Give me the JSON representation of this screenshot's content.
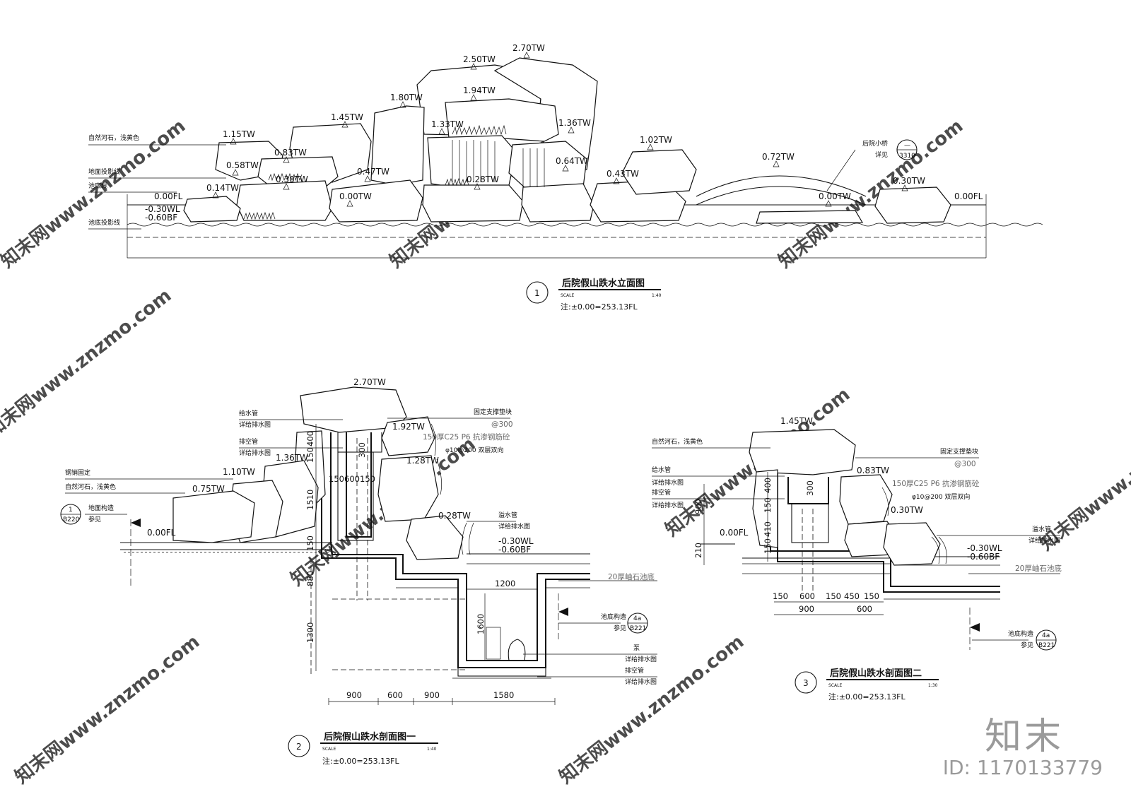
{
  "sheet": {
    "views": [
      {
        "number": "1",
        "title": "后院假山跌水立面图",
        "scale_label": "SCALE",
        "scale": "1:40",
        "note": "注:±0.00=253.13FL"
      },
      {
        "number": "2",
        "title": "后院假山跌水剖面图一",
        "scale_label": "SCALE",
        "scale": "1:40",
        "note": "注:±0.00=253.13FL"
      },
      {
        "number": "3",
        "title": "后院假山跌水剖面图二",
        "scale_label": "SCALE",
        "scale": "1:30",
        "note": "注:±0.00=253.13FL"
      }
    ]
  },
  "elevation": {
    "levels": [
      "2.70TW",
      "2.50TW",
      "1.94TW",
      "1.80TW",
      "1.45TW",
      "1.33TW",
      "1.36TW",
      "1.15TW",
      "0.83TW",
      "0.58TW",
      "0.30TW",
      "0.47TW",
      "0.28TW",
      "0.64TW",
      "0.14TW",
      "0.00TW",
      "0.43TW",
      "1.02TW",
      "0.72TW",
      "0.00TW",
      "0.30TW"
    ],
    "ground_left": "0.00FL",
    "water_level": "-0.30WL",
    "bottom_level": "-0.60BF",
    "ground_right": "0.00FL",
    "labels": [
      "自然河石，浅黄色",
      "地面投影线",
      "池底线",
      "池底投影线"
    ],
    "bridge_label": "后院小桥",
    "bridge_ref_top": "—",
    "bridge_ref_bottom": "3310",
    "bridge_ref_note": "详见"
  },
  "section1": {
    "levels": [
      "2.70TW",
      "1.92TW",
      "1.36TW",
      "1.10TW",
      "0.75TW",
      "1.28TW",
      "0.28TW"
    ],
    "ground": "0.00FL",
    "water": "-0.30WL",
    "bottom": "-0.60BF",
    "left_labels": [
      "给水管",
      "详给排水图",
      "排空管",
      "详给排水图",
      "钢销固定",
      "自然河石，浅黄色",
      "地面构造",
      "参见"
    ],
    "right_labels": [
      "固定支撑垫块",
      "@300",
      "150厚C25 P6 抗渗钢筋砼",
      "φ10@200 双层双向",
      "溢水管",
      "详给排水图",
      "20厚岫石池底",
      "池底构造",
      "参见",
      "泵",
      "详给排水图",
      "排空管",
      "详给排水图"
    ],
    "ref_left_top": "1",
    "ref_left_bottom": "B220",
    "ref_right_top": "4a",
    "ref_right_bottom": "B221",
    "dims_vertical_left": [
      "400",
      "150",
      "1510",
      "150",
      "880",
      "1300"
    ],
    "dims_inner": [
      "300",
      "150",
      "600",
      "150"
    ],
    "dims_pump": [
      "1200",
      "1600"
    ],
    "dims_bottom": [
      "900",
      "600",
      "900",
      "1580"
    ]
  },
  "section2": {
    "levels": [
      "1.45TW",
      "0.83TW",
      "0.30TW"
    ],
    "ground": "0.00FL",
    "water": "-0.30WL",
    "bottom": "-0.60BF",
    "left_labels": [
      "自然河石，浅黄色",
      "给水管",
      "详给排水图",
      "排空管",
      "详给排水图"
    ],
    "right_labels": [
      "固定支撑垫块",
      "@300",
      "150厚C25 P6 抗渗钢筋砼",
      "φ10@200 双层双向",
      "溢水管",
      "详给排水图",
      "20厚岫石池底",
      "池底构造",
      "参见"
    ],
    "ref_top": "4a",
    "ref_bottom": "B221",
    "dims_vertical": [
      "900",
      "210",
      "400",
      "150",
      "410",
      "150",
      "300"
    ],
    "dims_bottom_row1": [
      "150",
      "600",
      "150",
      "450",
      "150"
    ],
    "dims_bottom_row2": [
      "900",
      "600"
    ]
  },
  "watermarks": [
    "知末网www.znzmo.com"
  ],
  "brand": "知末",
  "id_text": "ID: 1170133779"
}
